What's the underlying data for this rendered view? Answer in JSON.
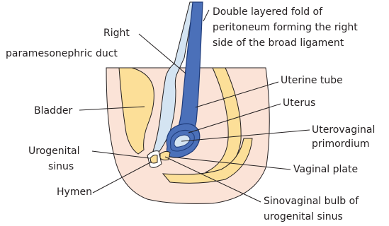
{
  "colors": {
    "background": "#ffffff",
    "body_fill": "#fbe3d7",
    "body_stroke": "#231f20",
    "tissue_yellow": "#fcdf98",
    "fold_blue_light": "#d4e4f2",
    "duct_blue": "#4b70b9",
    "duct_blue_dark": "#1e3b7a",
    "line": "#231f20"
  },
  "labels": {
    "right_duct_line1": "Right",
    "right_duct_line2": "paramesonephric duct",
    "fold_line1": "Double layered fold of",
    "fold_line2": "peritoneum forming the right",
    "fold_line3": "side of the broad ligament",
    "uterine_tube": "Uterine tube",
    "uterus": "Uterus",
    "uterovaginal_line1": "Uterovaginal",
    "uterovaginal_line2": "primordium",
    "bladder": "Bladder",
    "urogenital_line1": "Urogenital",
    "urogenital_line2": "sinus",
    "vaginal_plate": "Vaginal plate",
    "hymen": "Hymen",
    "sinovaginal_line1": "Sinovaginal bulb of",
    "sinovaginal_line2": "urogenital sinus"
  }
}
